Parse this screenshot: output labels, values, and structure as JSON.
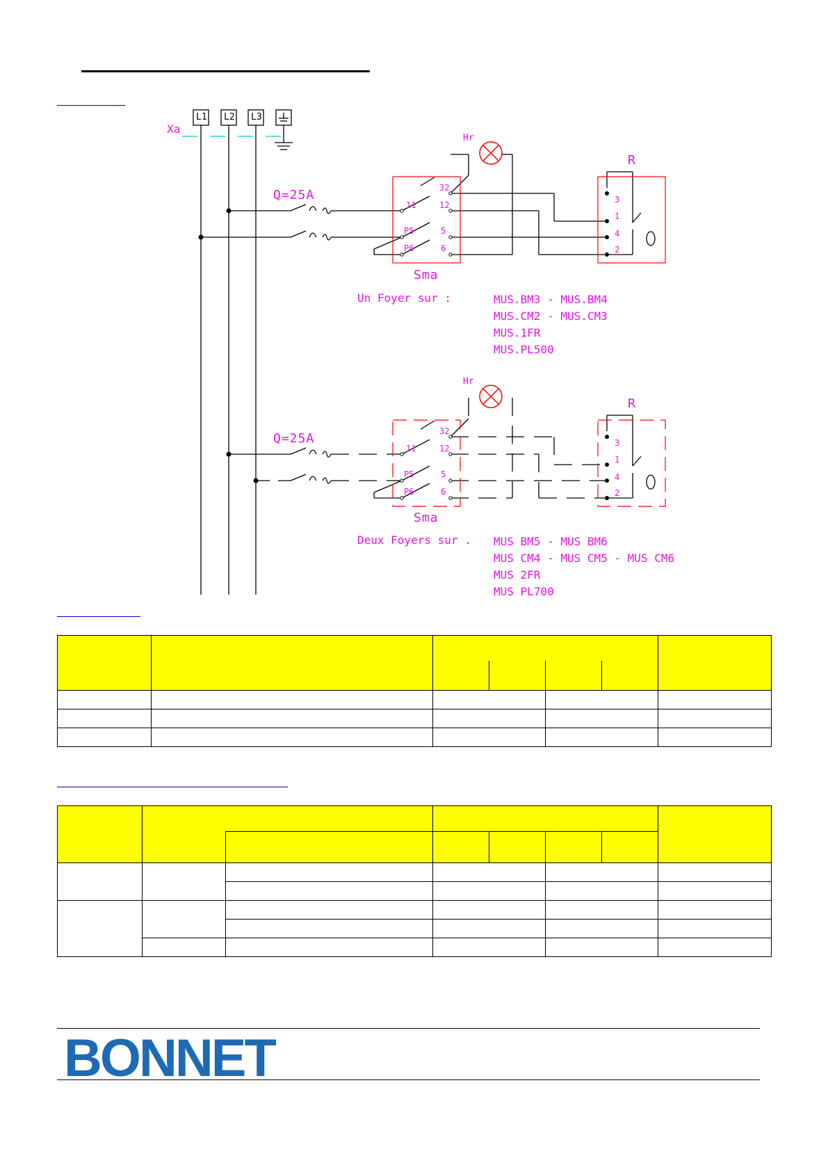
{
  "schematic": {
    "terminal_block": {
      "name": "Xa",
      "terminals": [
        "L1",
        "L2",
        "L3"
      ]
    },
    "circuit_1": {
      "breaker": "Q=25A",
      "lamp": "Hr",
      "relay": "R",
      "switch": "Sma",
      "switch_contacts": [
        "32",
        "11",
        "12",
        "P5",
        "5",
        "P6",
        "6"
      ],
      "relay_terminals": [
        "3",
        "1",
        "4",
        "2"
      ],
      "caption": "Un Foyer sur :",
      "models": [
        "MUS.BM3 - MUS.BM4",
        "MUS.CM2 - MUS.CM3",
        "MUS.1FR",
        "MUS.PL500"
      ]
    },
    "circuit_2": {
      "breaker": "Q=25A",
      "lamp": "Hr",
      "relay": "R",
      "switch": "Sma",
      "switch_contacts": [
        "32",
        "11",
        "12",
        "P5",
        "5",
        "P6",
        "6"
      ],
      "relay_terminals": [
        "3",
        "1",
        "4",
        "2"
      ],
      "caption": "Deux Foyers sur .",
      "models": [
        "MUS BM5 - MUS BM6",
        "MUS CM4 - MUS CM5 - MUS CM6",
        "MUS 2FR",
        "MUS PL700"
      ]
    }
  },
  "footer": {
    "brand": "BONNET"
  },
  "colors": {
    "schematic_labels": "#e414e4",
    "box_outline": "#ff0000",
    "wire_xa": "#00c8c8",
    "table_header": "#ffff00",
    "logo": "#1f6ab4"
  }
}
